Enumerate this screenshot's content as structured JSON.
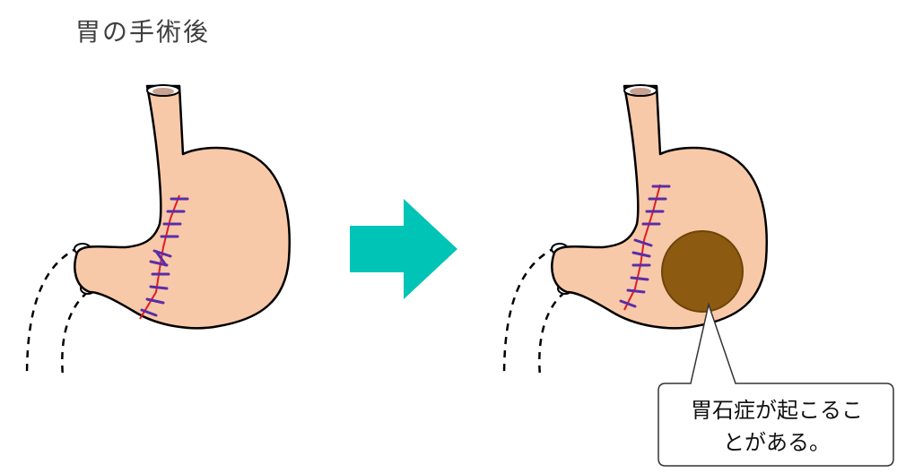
{
  "title": "胃の手術後",
  "callout": {
    "line1": "胃石症が起こるこ",
    "line2": "とがある。"
  },
  "colors": {
    "stomach_fill": "#f8c9a8",
    "stomach_outline": "#000000",
    "esophagus_inner": "#c9a191",
    "suture_line": "#e01b24",
    "suture_stitch": "#5a2da8",
    "arrow": "#00c4b6",
    "bezoar": "#8c5a10",
    "bezoar_outline": "#6e4508"
  },
  "icons": {
    "arrow": "right-arrow-icon"
  }
}
